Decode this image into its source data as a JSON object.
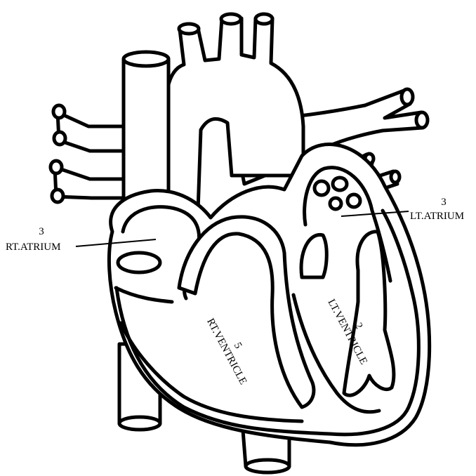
{
  "colors": {
    "stroke": "#000000",
    "background": "#ffffff"
  },
  "labels": {
    "rt_atrium": {
      "number": "3",
      "name": "RT.ATRIUM"
    },
    "lt_atrium": {
      "number": "3",
      "name": "LT.ATRIUM"
    },
    "rt_ventricle": {
      "number": "5",
      "name": "RT.VENTRICLE"
    },
    "lt_ventricle": {
      "number": "2",
      "name": "LT.VENTRICLE"
    }
  }
}
